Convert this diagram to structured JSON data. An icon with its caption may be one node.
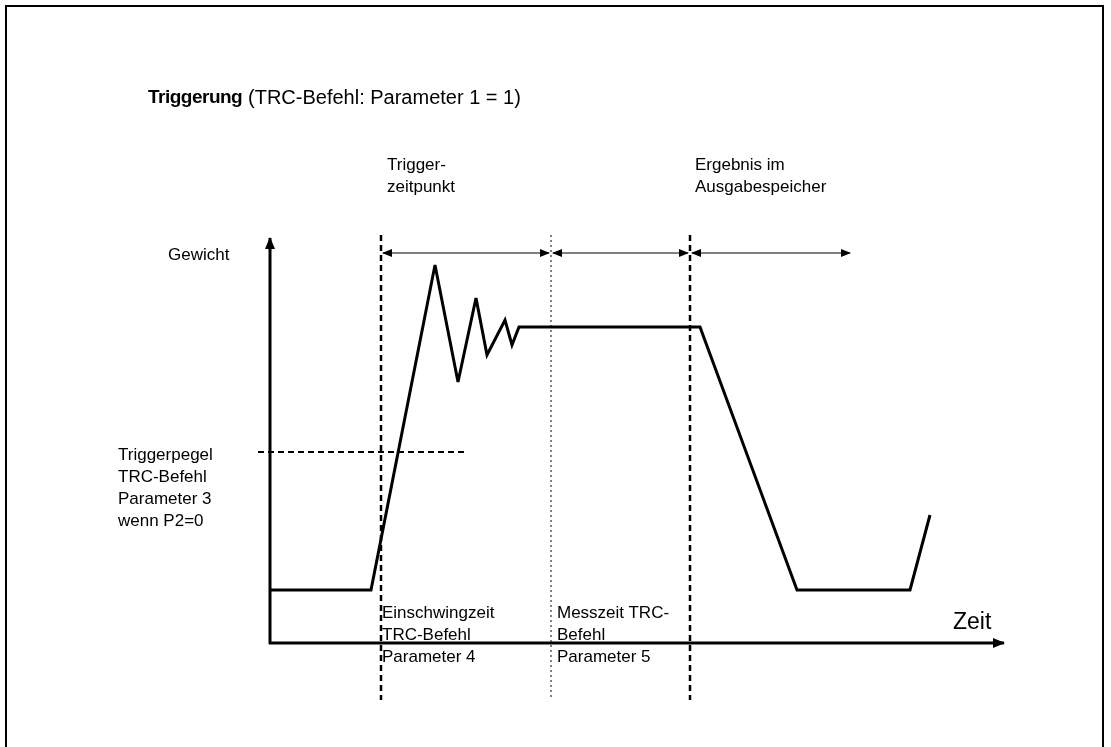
{
  "diagram": {
    "title": "Triggerung",
    "labels": [
      "(TRC-Befehl: Parameter 1 = 1)",
      "Trigger- zeitpunkt",
      "Ergebnis im Ausgabespeicher",
      "Gewicht",
      "Triggerpegel TRC-Befehl Parameter 3 wenn P2=0",
      "Einschwingzeit TRC-Befehl Parameter 4",
      "Messzeit TRC-Befehl Parameter 5",
      "Zeit"
    ]
  }
}
